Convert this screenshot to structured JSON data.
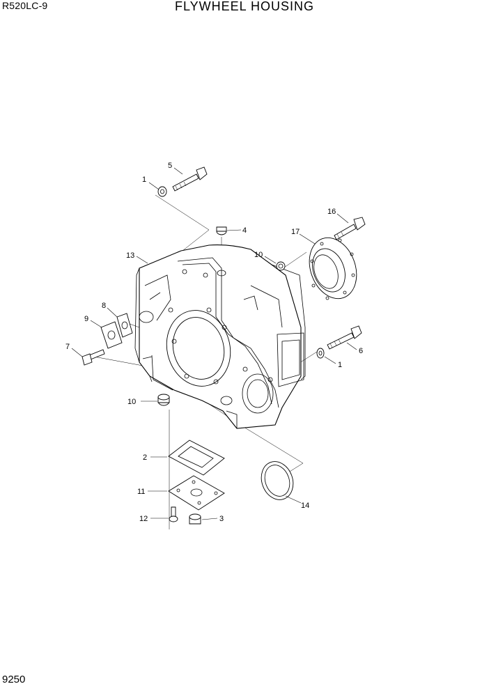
{
  "header": {
    "model": "R520LC-9",
    "title": "FLYWHEEL HOUSING"
  },
  "footer": {
    "page_number": "9250"
  },
  "callouts": [
    "1",
    "5",
    "4",
    "16",
    "17",
    "13",
    "10",
    "8",
    "9",
    "7",
    "6",
    "1",
    "10",
    "2",
    "11",
    "14",
    "12",
    "3"
  ]
}
